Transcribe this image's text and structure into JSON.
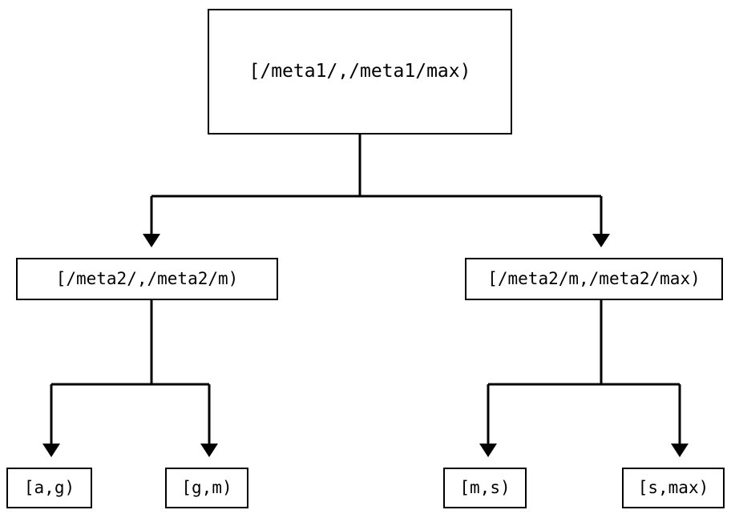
{
  "diagram": {
    "type": "binary-tree",
    "background_color": "#ffffff",
    "line_color": "#000000",
    "nodes": {
      "root": {
        "label": "[/meta1/,/meta1/max)"
      },
      "mid_left": {
        "label": "[/meta2/,/meta2/m)"
      },
      "mid_right": {
        "label": "[/meta2/m,/meta2/max)"
      },
      "leaf_1": {
        "label": "[a,g)"
      },
      "leaf_2": {
        "label": "[g,m)"
      },
      "leaf_3": {
        "label": "[m,s)"
      },
      "leaf_4": {
        "label": "[s,max)"
      }
    },
    "edges": [
      {
        "from": "root",
        "to": "mid_left",
        "arrowhead": "filled-triangle-down"
      },
      {
        "from": "root",
        "to": "mid_right",
        "arrowhead": "filled-triangle-down"
      },
      {
        "from": "mid_left",
        "to": "leaf_1",
        "arrowhead": "filled-triangle-down"
      },
      {
        "from": "mid_left",
        "to": "leaf_2",
        "arrowhead": "filled-triangle-down"
      },
      {
        "from": "mid_right",
        "to": "leaf_3",
        "arrowhead": "filled-triangle-down"
      },
      {
        "from": "mid_right",
        "to": "leaf_4",
        "arrowhead": "filled-triangle-down"
      }
    ]
  }
}
